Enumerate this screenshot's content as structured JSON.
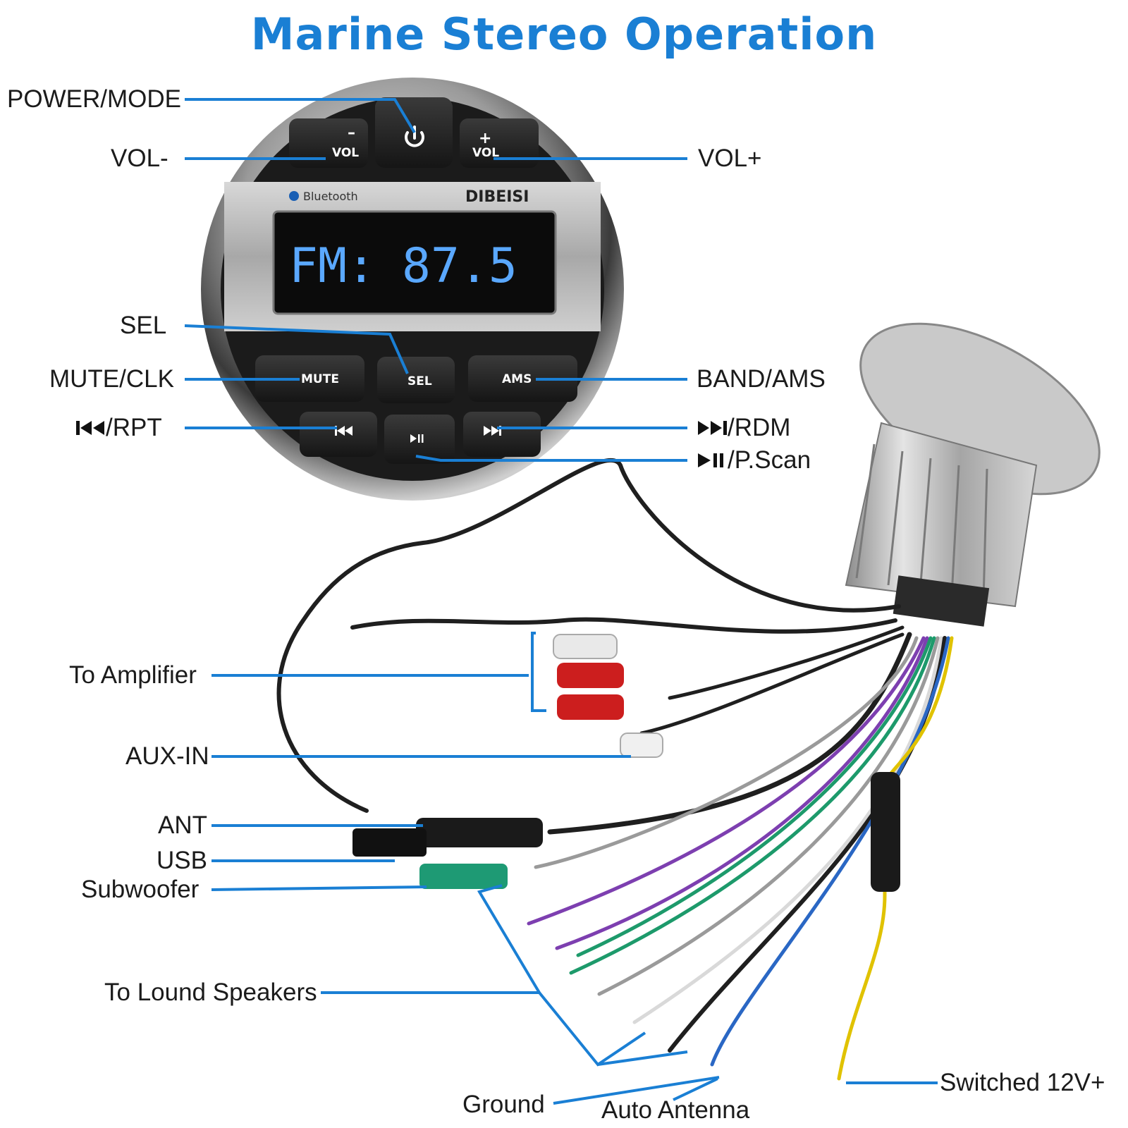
{
  "title": "Marine Stereo Operation",
  "colors": {
    "accent": "#1a7fd4",
    "callout_line": "#1a7fd4",
    "lcd_text": "#5aa8ff"
  },
  "device": {
    "brand": "DIBEISI",
    "bluetooth_text": "Bluetooth",
    "display": {
      "band": "FM:",
      "frequency": "87.5"
    },
    "buttons": {
      "vol_minus": "VOL",
      "vol_plus": "VOL",
      "power_icon": "power-icon",
      "mute": "MUTE",
      "sel": "SEL",
      "ams": "AMS",
      "prev_icon": "skip-back-icon",
      "play_icon": "play-pause-icon",
      "next_icon": "skip-forward-icon"
    }
  },
  "callouts_left": {
    "power_mode": "POWER/MODE",
    "vol_minus": "VOL-",
    "sel": "SEL",
    "mute_clk": "MUTE/CLK",
    "prev_rpt": "/RPT"
  },
  "callouts_right": {
    "vol_plus": "VOL+",
    "band_ams": "BAND/AMS",
    "next_rdm": "/RDM",
    "play_scan": "/P.Scan"
  },
  "wiring_labels": {
    "to_amplifier": "To Amplifier",
    "aux_in": "AUX-IN",
    "ant": "ANT",
    "usb": "USB",
    "subwoofer": "Subwoofer",
    "speakers": "To Lound Speakers",
    "ground": "Ground",
    "auto_antenna": "Auto Antenna",
    "switched_12v": "Switched 12V+"
  }
}
